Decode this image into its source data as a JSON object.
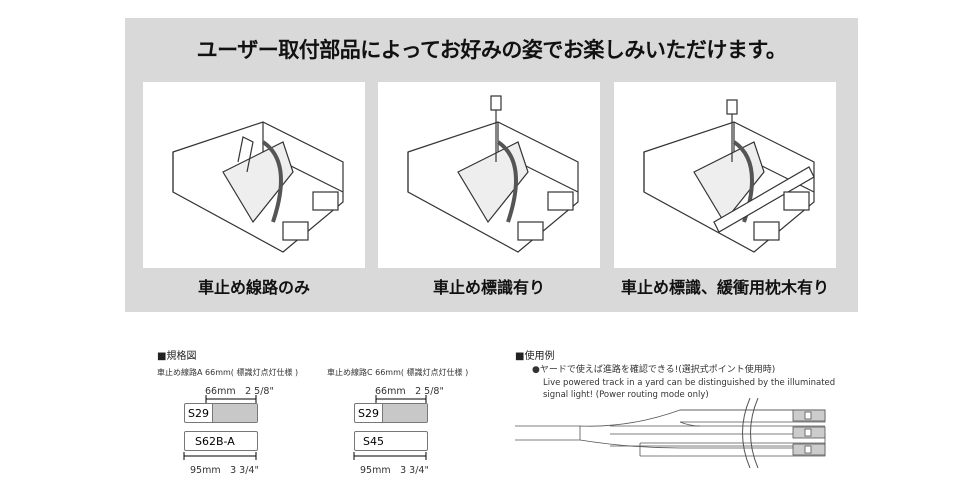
{
  "header": {
    "title": "ユーザー取付部品によってお好みの姿でお楽しみいただけます。"
  },
  "variants": [
    {
      "caption": "車止め線路のみ"
    },
    {
      "caption": "車止め標識有り"
    },
    {
      "caption": "車止め標識、緩衝用枕木有り"
    }
  ],
  "specs": {
    "heading": "■規格図",
    "a": {
      "title": "車止め線路A 66mm( 標識灯点灯仕様 )",
      "top_dim": "66mm　2 5/8\"",
      "part1": "S29",
      "part2": "S62B-A",
      "bottom_dim": "95mm　3 3/4\""
    },
    "c": {
      "title": "車止め線路C 66mm( 標識灯点灯仕様 )",
      "top_dim": "66mm　2 5/8\"",
      "part1": "S29",
      "part2": "S45",
      "bottom_dim": "95mm　3 3/4\""
    }
  },
  "usage": {
    "heading": "■使用例",
    "jp": "●ヤードで使えば進路を確認できる!(選択式ポイント使用時)",
    "en1": "Live powered track in a yard can be distinguished by the illuminated",
    "en2": "signal light! (Power routing mode only)"
  }
}
